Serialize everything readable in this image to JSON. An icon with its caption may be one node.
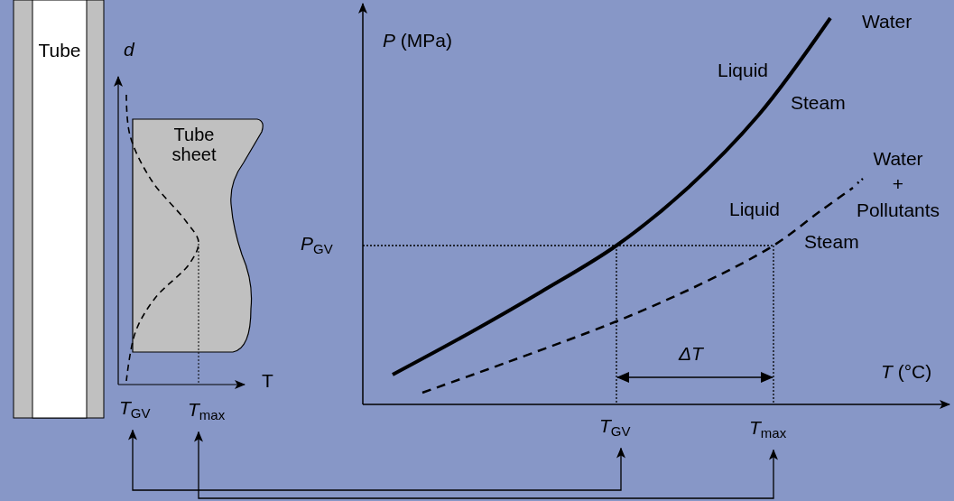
{
  "diagram": {
    "nodes": [
      {
        "text": [
          "Tube"
        ]
      },
      {
        "text": [
          "Tube sheet"
        ]
      },
      {
        "text": [
          "*T*$_{GV}$"
        ]
      },
      {
        "text": [
          "*T*$_{max}$"
        ]
      },
      {
        "text": [
          "*T*$_{GV}$"
        ]
      },
      {
        "text": [
          "*T*$_{max}$"
        ]
      }
    ],
    "edges": [
      {
        "from": 2,
        "to": 4,
        "arrow": "both"
      },
      {
        "from": 3,
        "to": 5,
        "arrow": "both"
      }
    ],
    "labels": [
      "*d*",
      "T",
      "*P* (MPa)",
      "Water",
      "Liquid",
      "Steam",
      "Water + Pollutants",
      "Liquid",
      "*P*$_{GV}$",
      "Steam",
      "ΔT",
      "*T* (°C)"
    ]
  }
}
